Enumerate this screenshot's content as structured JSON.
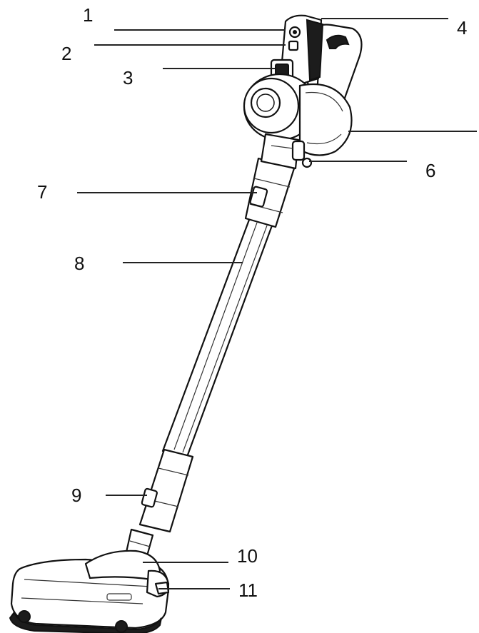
{
  "diagram": {
    "callouts": [
      {
        "id": "1",
        "label": "1"
      },
      {
        "id": "2",
        "label": "2"
      },
      {
        "id": "3",
        "label": "3"
      },
      {
        "id": "4",
        "label": "4"
      },
      {
        "id": "5",
        "label": "4"
      },
      {
        "id": "6",
        "label": "6"
      },
      {
        "id": "7",
        "label": "7"
      },
      {
        "id": "8",
        "label": "8"
      },
      {
        "id": "9",
        "label": "9"
      },
      {
        "id": "10",
        "label": "10"
      },
      {
        "id": "11",
        "label": "11"
      }
    ]
  }
}
